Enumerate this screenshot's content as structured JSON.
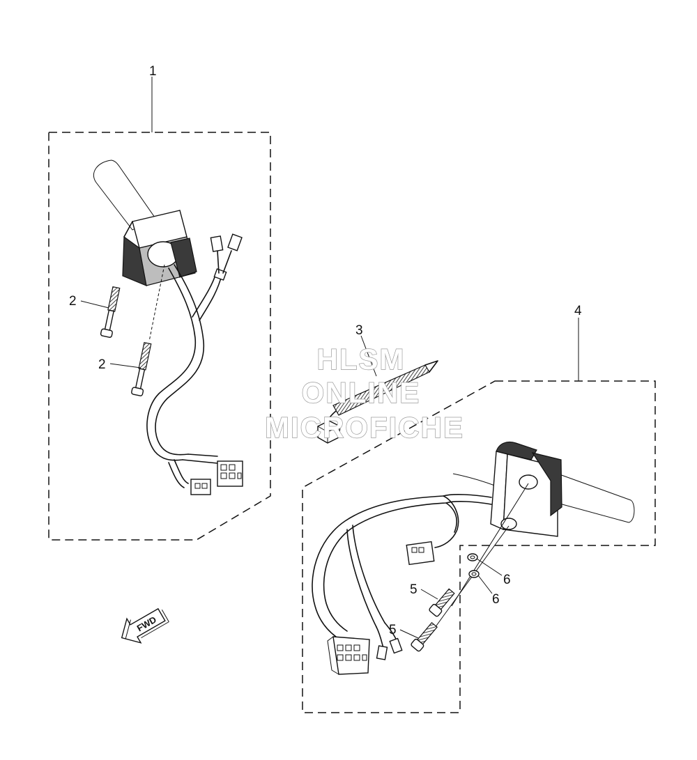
{
  "diagram": {
    "callouts": {
      "c1": "1",
      "c2a": "2",
      "c2b": "2",
      "c3": "3",
      "c4": "4",
      "c5a": "5",
      "c5b": "5",
      "c6a": "6",
      "c6b": "6"
    },
    "fwd_label": "FWD",
    "watermark": {
      "line1": "HLSM",
      "line2": "ONLINE",
      "line3": "MICROFICHE"
    }
  }
}
